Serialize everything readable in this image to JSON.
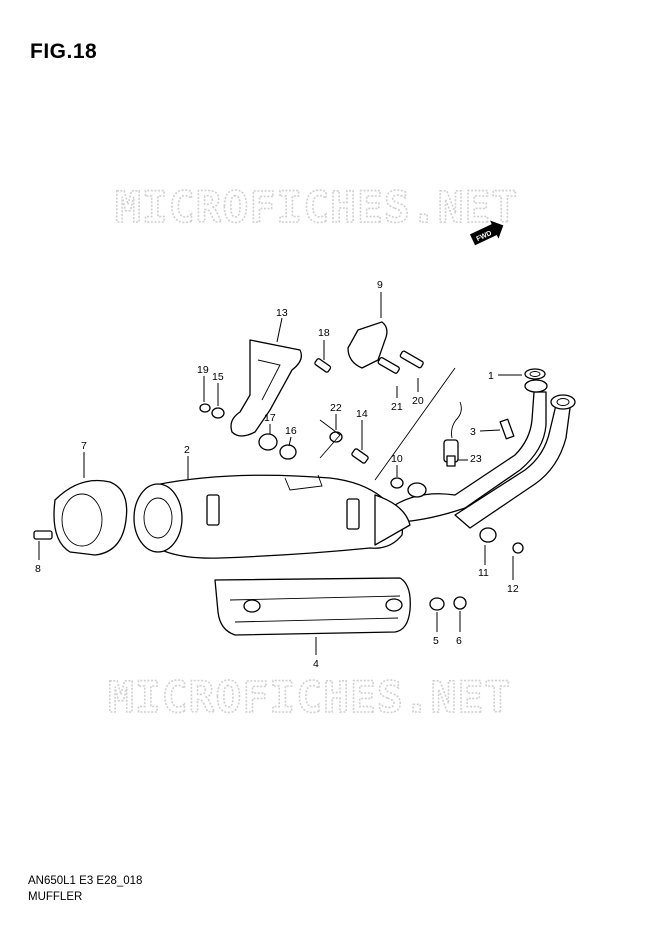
{
  "figure": {
    "title": "FIG.18",
    "model_code": "AN650L1 E3 E28_018",
    "caption": "MUFFLER"
  },
  "watermarks": [
    "MICROFICHES.NET",
    "MICROFICHES.NET"
  ],
  "fwd_arrow_text": "FWD",
  "callouts": [
    {
      "id": "callout-1",
      "label": "1"
    },
    {
      "id": "callout-2",
      "label": "2"
    },
    {
      "id": "callout-3",
      "label": "3"
    },
    {
      "id": "callout-4",
      "label": "4"
    },
    {
      "id": "callout-5",
      "label": "5"
    },
    {
      "id": "callout-6",
      "label": "6"
    },
    {
      "id": "callout-7",
      "label": "7"
    },
    {
      "id": "callout-8",
      "label": "8"
    },
    {
      "id": "callout-9",
      "label": "9"
    },
    {
      "id": "callout-10",
      "label": "10"
    },
    {
      "id": "callout-11",
      "label": "11"
    },
    {
      "id": "callout-12",
      "label": "12"
    },
    {
      "id": "callout-13",
      "label": "13"
    },
    {
      "id": "callout-14",
      "label": "14"
    },
    {
      "id": "callout-15",
      "label": "15"
    },
    {
      "id": "callout-16",
      "label": "16"
    },
    {
      "id": "callout-17",
      "label": "17"
    },
    {
      "id": "callout-18",
      "label": "18"
    },
    {
      "id": "callout-19",
      "label": "19"
    },
    {
      "id": "callout-20",
      "label": "20"
    },
    {
      "id": "callout-21",
      "label": "21"
    },
    {
      "id": "callout-22",
      "label": "22"
    },
    {
      "id": "callout-23",
      "label": "23"
    }
  ]
}
